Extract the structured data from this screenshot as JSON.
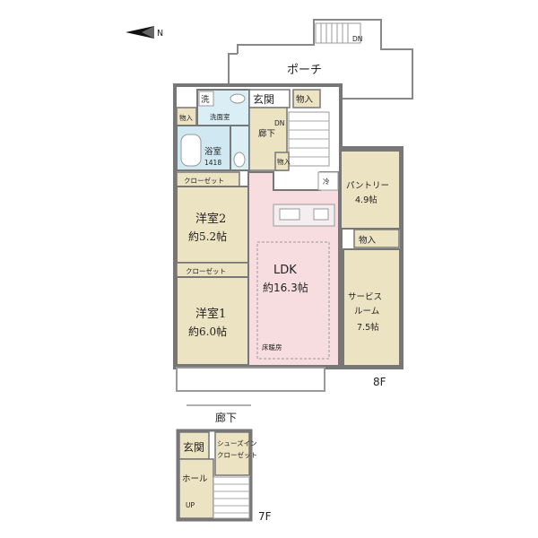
{
  "compass": {
    "north_label": "N"
  },
  "floor8": {
    "floor_label": "8F",
    "porch": "ポーチ",
    "dn_stair": "DN",
    "entrance": "玄関",
    "storage_entrance": "物入",
    "washroom": "洗面室",
    "washer": "洗",
    "storage_small_left": "物入",
    "corridor_dn": "DN",
    "corridor": "廊下",
    "bathroom": "浴室",
    "bath_size": "1418",
    "storage_small_mid": "物入",
    "fridge": "冷",
    "pantry": "パントリー",
    "pantry_size": "4.9帖",
    "closet_top": "クローゼット",
    "room2": "洋室2",
    "room2_size": "約5.2帖",
    "storage_right": "物入",
    "closet_mid": "クローゼット",
    "ldk": "LDK",
    "ldk_size": "約16.3帖",
    "service_room": "サービス",
    "service_room_2": "ルーム",
    "service_size": "7.5帖",
    "room1": "洋室1",
    "room1_size": "約6.0帖",
    "floor_heating": "床暖房"
  },
  "floor7": {
    "floor_label": "7F",
    "corridor": "廊下",
    "entrance": "玄関",
    "hall": "ホール",
    "up_stair": "UP",
    "walk_in_closet_1": "シューズイン",
    "walk_in_closet_2": "クローゼット"
  },
  "colors": {
    "wall": "#7a7a7a",
    "ldk_fill": "#f8dde0",
    "tan_fill": "#ece3c3",
    "bath_fill": "#cfe8f1",
    "wash_fill": "#d9eef5"
  }
}
